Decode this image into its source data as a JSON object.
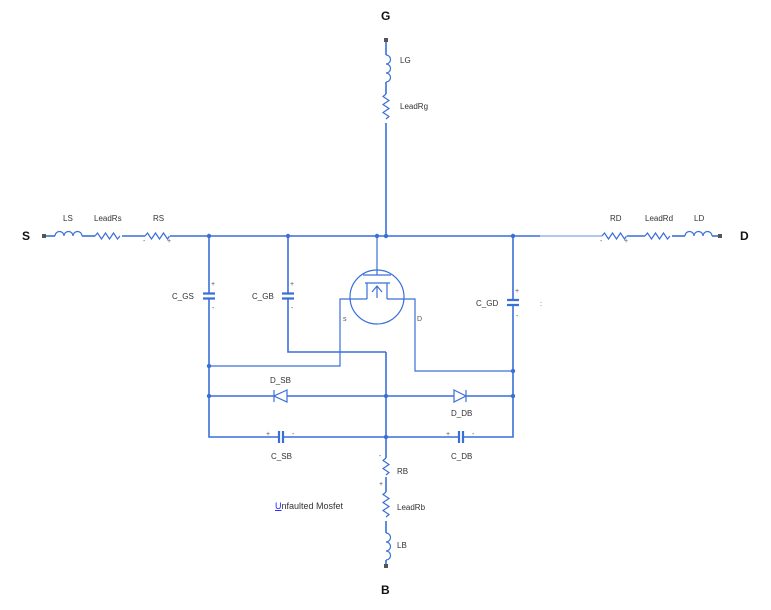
{
  "title": "Unfaulted Mosfet",
  "title_first_letter": "U",
  "title_rest": "nfaulted Mosfet",
  "ports": {
    "gate": "G",
    "source": "S",
    "drain": "D",
    "bulk": "B"
  },
  "components": {
    "LG": "LG",
    "LeadRg": "LeadRg",
    "LS": "LS",
    "LeadRs": "LeadRs",
    "RS": "RS",
    "RD": "RD",
    "LeadRd": "LeadRd",
    "LD": "LD",
    "RB": "RB",
    "LeadRb": "LeadRb",
    "LB": "LB",
    "C_GS": "C_GS",
    "C_GB": "C_GB",
    "C_GD": "C_GD",
    "D_SB": "D_SB",
    "D_DB": "D_DB",
    "C_SB": "C_SB",
    "C_DB": "C_DB"
  },
  "pins": {
    "plus": "+",
    "minus": "-",
    "mos_s": "s",
    "mos_d": "D"
  },
  "colors": {
    "wire": "#3a6fd8",
    "link": "#1a1aff"
  }
}
